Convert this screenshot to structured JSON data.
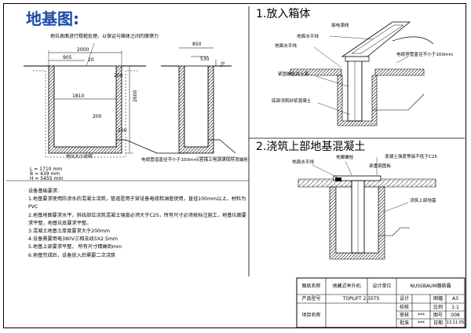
{
  "page_title": "地基图:",
  "top_note": "地坑表面进行粗糙处理，以保证与箱体之间的摩擦力",
  "section1_title": "1.放入箱体",
  "section2_title": "2.浇筑上部地基混凝土",
  "left_dims": {
    "d2000": "2000",
    "d905": "905",
    "d20": "20",
    "d200a": "200",
    "d1810": "1810",
    "d200b": "200",
    "d2600": "2600",
    "d200c": "200",
    "ground_label": "地坑大小说明",
    "pipe_label": "电缆管道直径不小于100mm(若接上电源请保持顶端用)"
  },
  "mid_dims": {
    "d850": "850",
    "d530": "530",
    "d70": "70"
  },
  "LBH": {
    "L": "L = 1710 mm",
    "B": "B = 439 mm",
    "H": "H = 5455 mm"
  },
  "right_labels": {
    "pipe_top": "接电源线",
    "level": "地面水平线",
    "level2": "地面水平线",
    "pipe_right": "电缆导管直径不小于100mm",
    "cable": "紧固螺栓井上紧",
    "base": "底部浇筑砂浆混凝土",
    "level3": "地面水平线",
    "bolt": "地脚螺栓",
    "grade": "混凝土强度等级不低于C25",
    "cover": "承重钢盖板",
    "pour": "浇筑上部地基"
  },
  "requirements": {
    "heading": "设备基础要求:",
    "items": [
      "1.地基要求使用防渗水的混凝土浇筑，管道是用于穿设备电缆和油管使用，直径100mm以上，材料为",
      "PVC",
      "2.地基地面要求水平，斜线部位浇筑混凝土强度必须大于C25，所有尺寸必须按标注施工，地基坑面要",
      "求平整，地基坑底要求平整。",
      "3.混凝土地基土厚度要求大于200mm",
      "4.设备需要用电380V三相五线5X2.5mm",
      "5.地基上部要求平整，   所有尺寸精确到mm",
      "6.地基完成后，设备放入后需要二次浇筑"
    ]
  },
  "title_block": {
    "drawing_name_label": "图纸名称",
    "drawing_name": "地藏式举升机",
    "design_unit_label": "设计单位",
    "design_unit": "NUSSBAUM路斯霸",
    "product_model_label": "产品型号",
    "product_model": "TOPLIFT 2.35TS",
    "design_label": "设计",
    "design_val": "",
    "size_label": "图幅",
    "size_val": "A3",
    "check_label": "校核",
    "check_val": "",
    "scale_label": "比例",
    "scale_val": "1:1",
    "project_name_label": "项目名称",
    "audit_label": "审核",
    "audit_val": "***",
    "drawing_no_label": "图号",
    "drawing_no_val": "008",
    "approve_label": "批准",
    "approve_val": "***",
    "date_label": "日期",
    "date_val": "13.11.05"
  }
}
